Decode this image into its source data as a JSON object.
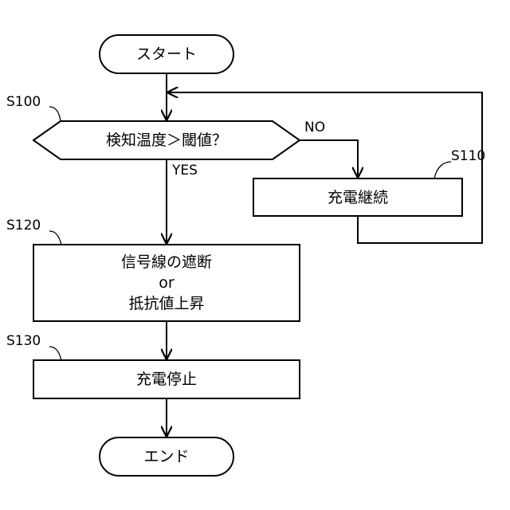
{
  "nodes": {
    "start": "スタート",
    "decision": "検知温度＞閾値？",
    "continue_charging": "充電継続",
    "event_line1": "信号線の遮断",
    "event_line2": "or",
    "event_line3": "抵抗値上昇",
    "stop_charging": "充電停止",
    "end": "エンド"
  },
  "step_labels": {
    "s100": "S100",
    "s110": "S110",
    "s120": "S120",
    "s130": "S130"
  },
  "branch_labels": {
    "no": "NO",
    "yes": "YES"
  }
}
